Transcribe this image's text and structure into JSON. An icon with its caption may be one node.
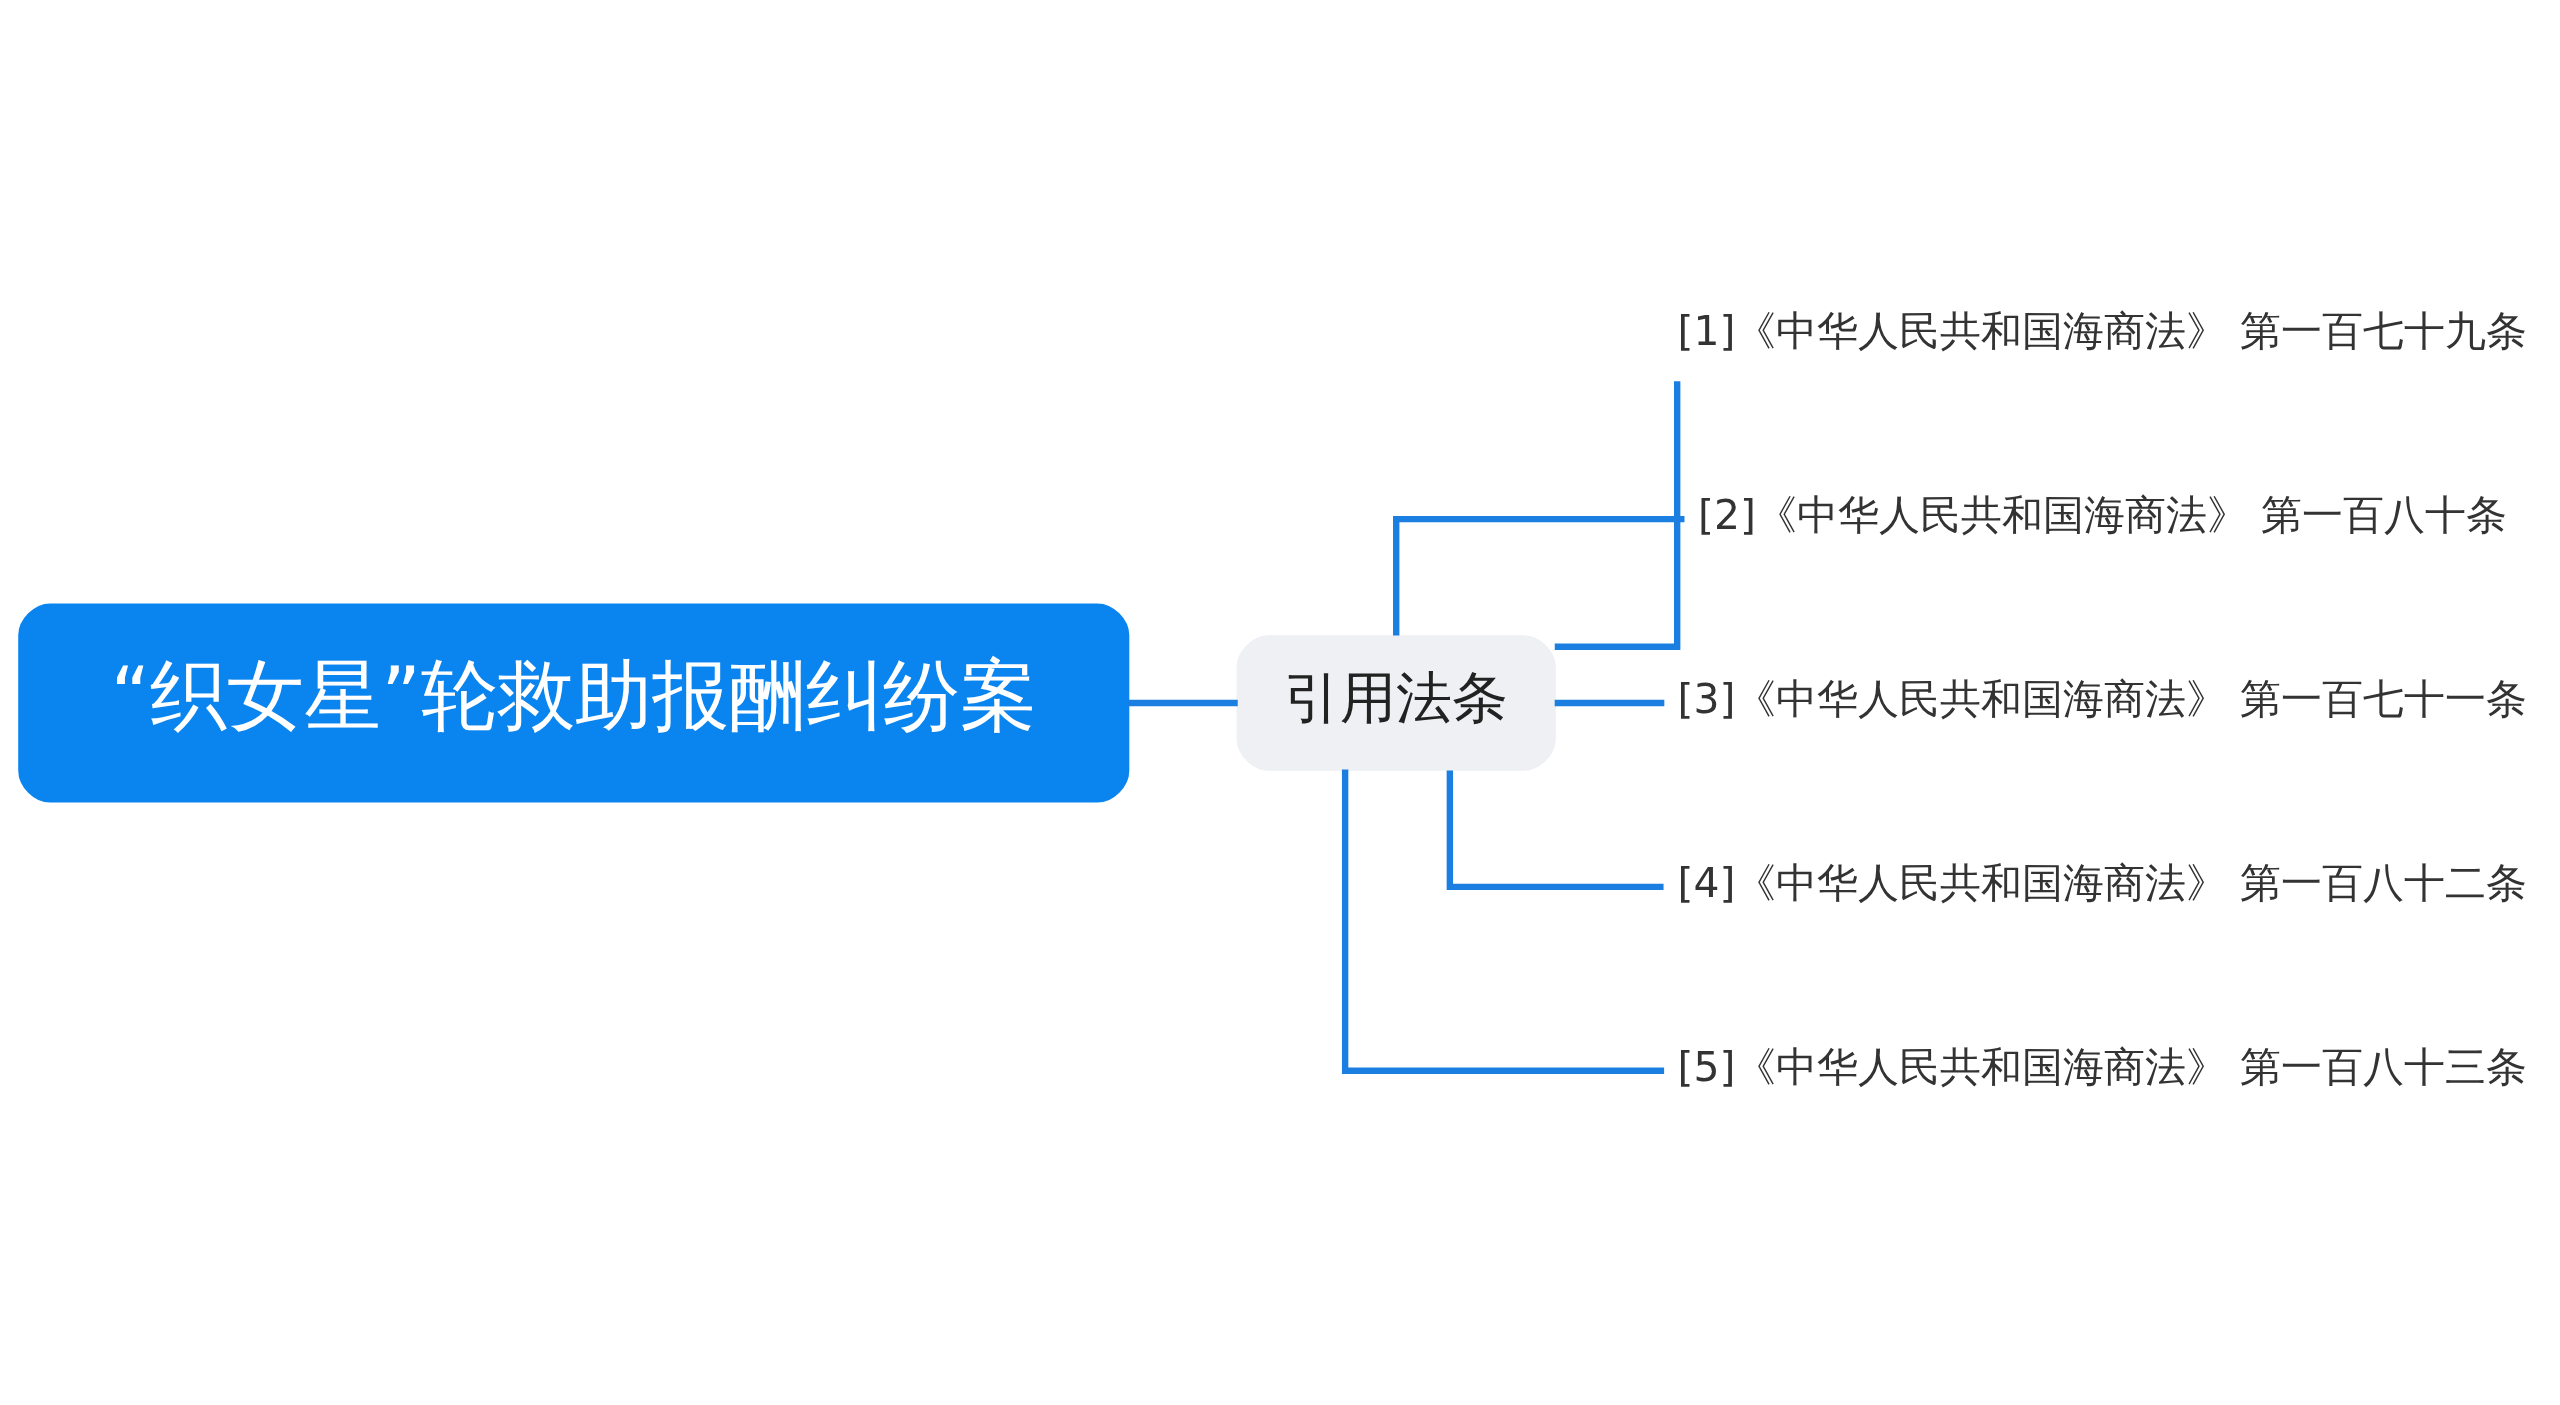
{
  "diagram": {
    "nodes": [
      {
        "text": [
          "“织女星”轮救助报酬纠纷案"
        ]
      },
      {
        "text": [
          "引用法条"
        ]
      },
      {
        "text": [
          "[1]《中华人民共和国海商法》 第一百七十九条"
        ]
      },
      {
        "text": [
          "[2]《中华人民共和国海商法》 第一百八十条"
        ]
      },
      {
        "text": [
          "[3]《中华人民共和国海商法》 第一百七十一条"
        ]
      },
      {
        "text": [
          "[4]《中华人民共和国海商法》 第一百八十二条"
        ]
      },
      {
        "text": [
          "[5]《中华人民共和国海商法》 第一百八十三条"
        ]
      }
    ],
    "edges": [
      {
        "from": 0,
        "to": 1,
        "arrow": "none"
      },
      {
        "from": 1,
        "to": 2,
        "arrow": "none"
      },
      {
        "from": 1,
        "to": 3,
        "arrow": "none"
      },
      {
        "from": 1,
        "to": 4,
        "arrow": "none"
      },
      {
        "from": 1,
        "to": 5,
        "arrow": "none"
      },
      {
        "from": 1,
        "to": 6,
        "arrow": "none"
      }
    ]
  }
}
